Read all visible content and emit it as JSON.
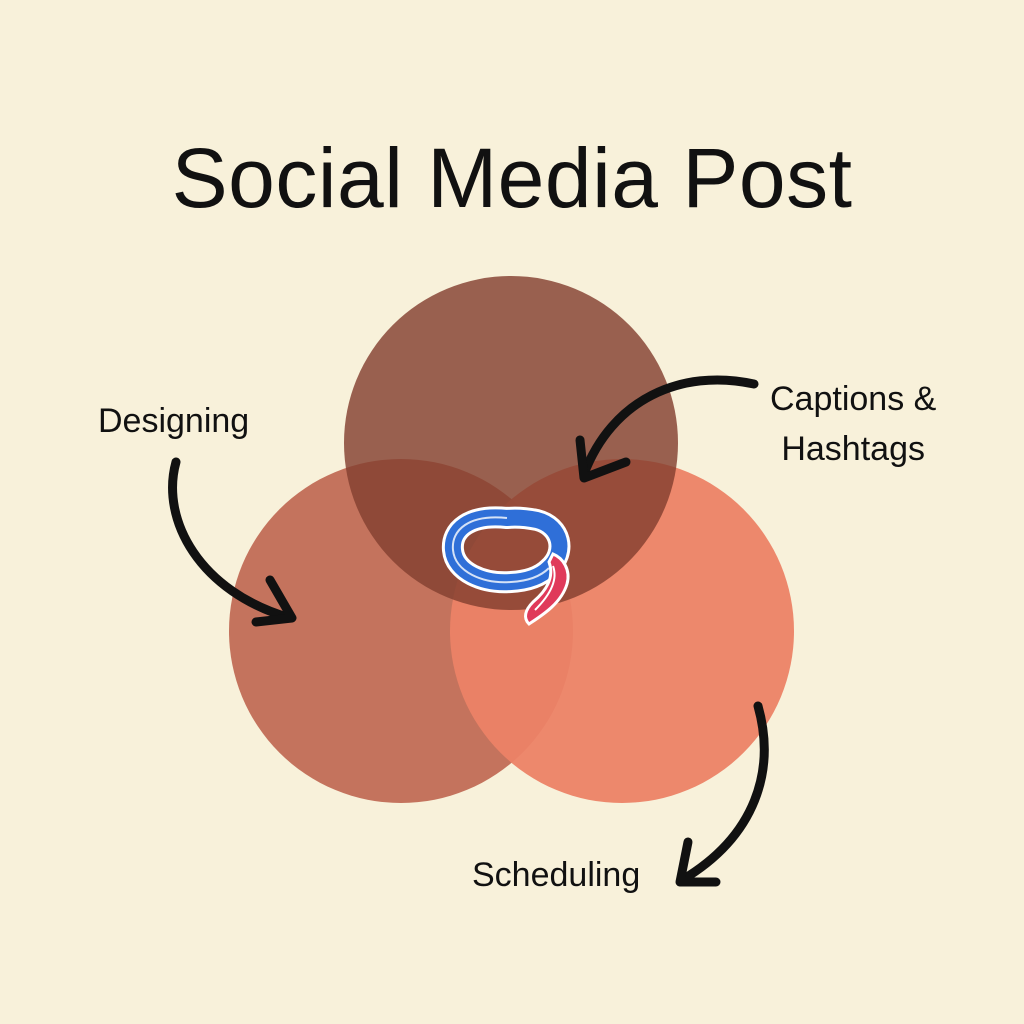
{
  "title": "Social Media Post",
  "circles": [
    {
      "name": "designing",
      "color": "#b5503a"
    },
    {
      "name": "captions-hashtags",
      "color": "#8a4535"
    },
    {
      "name": "scheduling",
      "color": "#ec8266"
    }
  ],
  "labels": {
    "designing": "Designing",
    "captions_line1": "Captions &",
    "captions_line2": "Hashtags",
    "scheduling": "Scheduling"
  },
  "logo": {
    "icon": "speech-bubble-ribbon-logo",
    "primary_color": "#2f6fd8",
    "accent_color": "#e03a5a"
  },
  "colors": {
    "background": "#f8f1da",
    "text": "#111111",
    "arrow": "#111111"
  }
}
